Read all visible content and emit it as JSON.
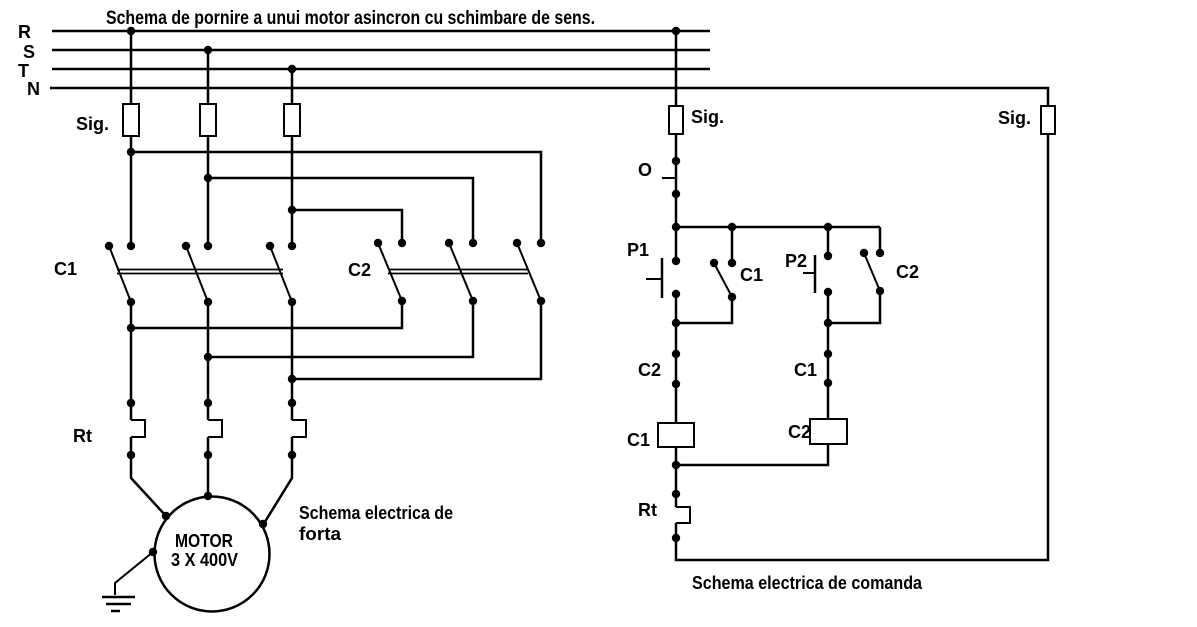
{
  "title": "Schema de pornire a unui motor asincron cu schimbare de sens.",
  "power_rails": {
    "r": "R",
    "s": "S",
    "t": "T",
    "n": "N"
  },
  "force": {
    "fuse": "Sig.",
    "c1": "C1",
    "c2": "C2",
    "rt": "Rt",
    "motor_name": "MOTOR",
    "motor_rating": "3 X 400V",
    "caption1": "Schema electrica de",
    "caption2": "forta"
  },
  "control": {
    "fuse": "Sig.",
    "fuse_right": "Sig.",
    "stop": "O",
    "p1": "P1",
    "p2": "P2",
    "aux_c1": "C1",
    "aux_c2": "C2",
    "interlock_c2": "C2",
    "interlock_c1": "C1",
    "coil_c1": "C1",
    "coil_c2": "C2",
    "rt": "Rt",
    "caption": "Schema electrica de comanda"
  }
}
